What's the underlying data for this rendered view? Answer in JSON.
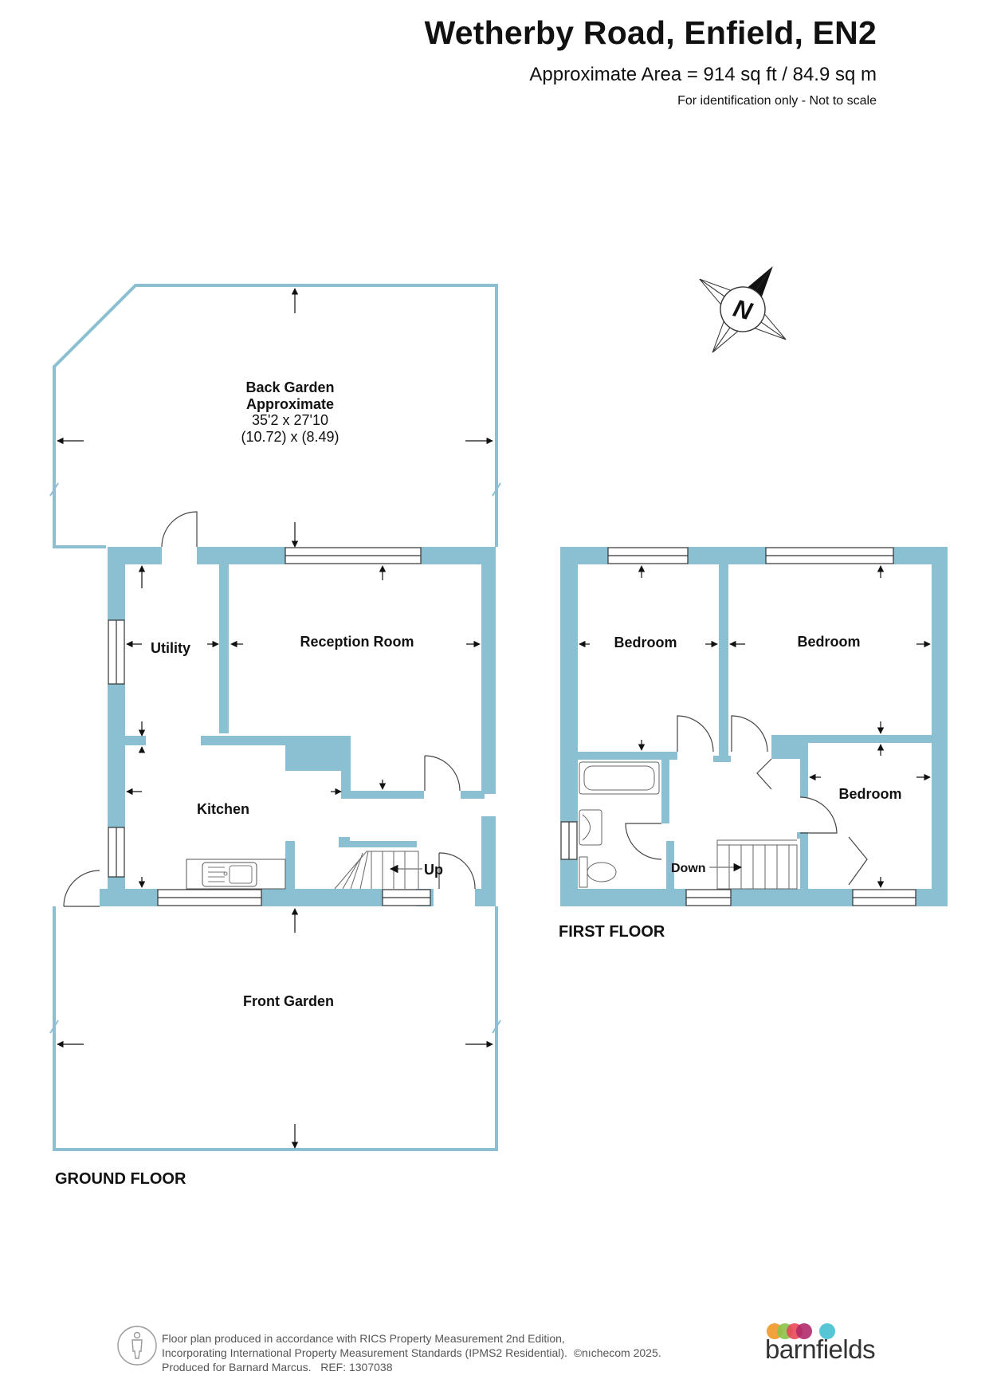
{
  "header": {
    "title": "Wetherby Road, Enfield, EN2",
    "area": "Approximate Area = 914 sq ft / 84.9 sq m",
    "note": "For identification only - Not to scale"
  },
  "ground_floor": {
    "label": "GROUND FLOOR",
    "back_garden": {
      "line1": "Back Garden",
      "line2": "Approximate",
      "dims_imperial": "35'2 x 27'10",
      "dims_metric": "(10.72) x (8.49)"
    },
    "utility": "Utility",
    "reception": "Reception Room",
    "kitchen": "Kitchen",
    "stairs_up": "Up",
    "front_garden": "Front Garden"
  },
  "first_floor": {
    "label": "FIRST FLOOR",
    "bedroom_1": "Bedroom",
    "bedroom_2": "Bedroom",
    "bedroom_3": "Bedroom",
    "stairs_down": "Down"
  },
  "compass": {
    "letter": "N"
  },
  "footer": {
    "line1": "Floor plan produced in accordance with RICS Property Measurement 2nd Edition,",
    "line2": "Incorporating International Property Measurement Standards (IPMS2 Residential).",
    "copyright": "©nıchecom 2025.",
    "line3": "Produced for Barnard Marcus.",
    "ref": "REF:  1307038"
  },
  "brand": {
    "name": "barnfields",
    "dot_colors": [
      "#f2a13c",
      "#8bc34a",
      "#e8485a",
      "#b02a6b",
      "#56c6d6"
    ]
  },
  "colors": {
    "wall": "#8bbfd2",
    "garden_outline": "#8bbfd2",
    "dark": "#111111"
  }
}
